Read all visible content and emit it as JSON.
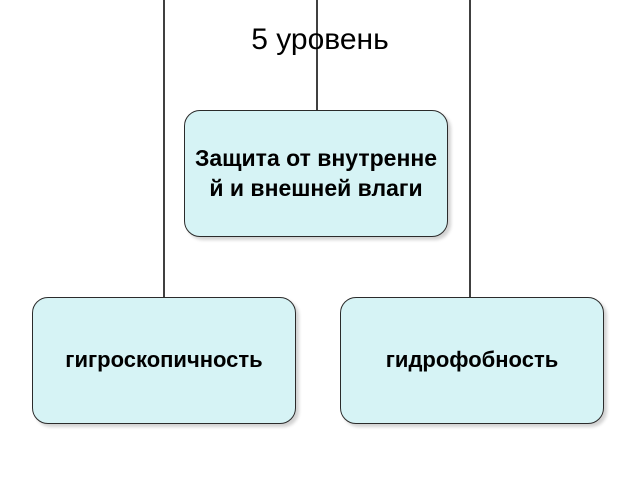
{
  "heading": "5 уровень",
  "nodes": {
    "top": "Защита от внутренней и внешней влаги",
    "left": "гигроскопичность",
    "right": "гидрофобность"
  },
  "colors": {
    "node_fill": "#d6f3f5",
    "node_border": "#2b2b2b",
    "line": "#000000"
  }
}
